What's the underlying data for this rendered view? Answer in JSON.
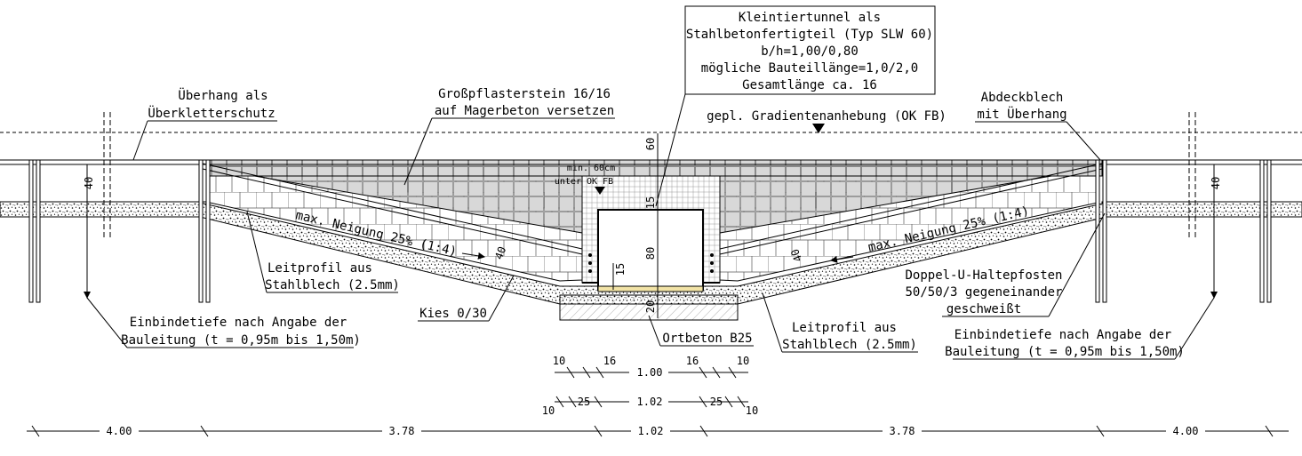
{
  "callouts": {
    "tunnel": [
      "Kleintiertunnel als",
      "Stahlbetonfertigteil (Typ SLW 60)",
      "b/h=1,00/0,80",
      "mögliche Bauteillänge=1,0/2,0",
      "Gesamtlänge ca. 16"
    ],
    "overhang": [
      "Überhang als",
      "Überkletterschutz"
    ],
    "paving": [
      "Großpflasterstein 16/16",
      "auf Magerbeton versetzen"
    ],
    "gradient": "gepl. Gradientenanhebung (OK FB)",
    "cover_sheet": [
      "Abdeckblech",
      "mit Überhang"
    ],
    "min_cover": [
      "min. 60cm",
      "unter OK FB"
    ],
    "slope_left": "max. Neigung 25% (1:4)",
    "slope_right": "max. Neigung 25% (1:4)",
    "guide_left": [
      "Leitprofil aus",
      "Stahlblech (2.5mm)"
    ],
    "guide_right": [
      "Leitprofil aus",
      "Stahlblech (2.5mm)"
    ],
    "gravel": "Kies 0/30",
    "concrete": "Ortbeton B25",
    "post": [
      "Doppel-U-Haltepfosten",
      "50/50/3 gegeneinander",
      "geschweißt"
    ],
    "embed_left": [
      "Einbindetiefe nach Angabe der",
      "Bauleitung (t = 0,95m bis 1,50m)"
    ],
    "embed_right": [
      "Einbindetiefe nach Angabe der",
      "Bauleitung (t = 0,95m bis 1,50m)"
    ]
  },
  "dims": {
    "v40_left": "40",
    "v40_right": "40",
    "v60": "60",
    "v15_top": "15",
    "v80": "80",
    "v15_side": "15",
    "v20": "20",
    "v40_wall_left": "40",
    "v40_wall_right": "40",
    "r1": {
      "a": "10",
      "b": "16",
      "c": "1.00",
      "d": "16",
      "e": "10"
    },
    "r2": {
      "a": "10",
      "b": "25",
      "c": "1.02",
      "d": "25",
      "e": "10"
    },
    "bottom": [
      "4.00",
      "3.78",
      "1.02",
      "3.78",
      "4.00"
    ]
  }
}
